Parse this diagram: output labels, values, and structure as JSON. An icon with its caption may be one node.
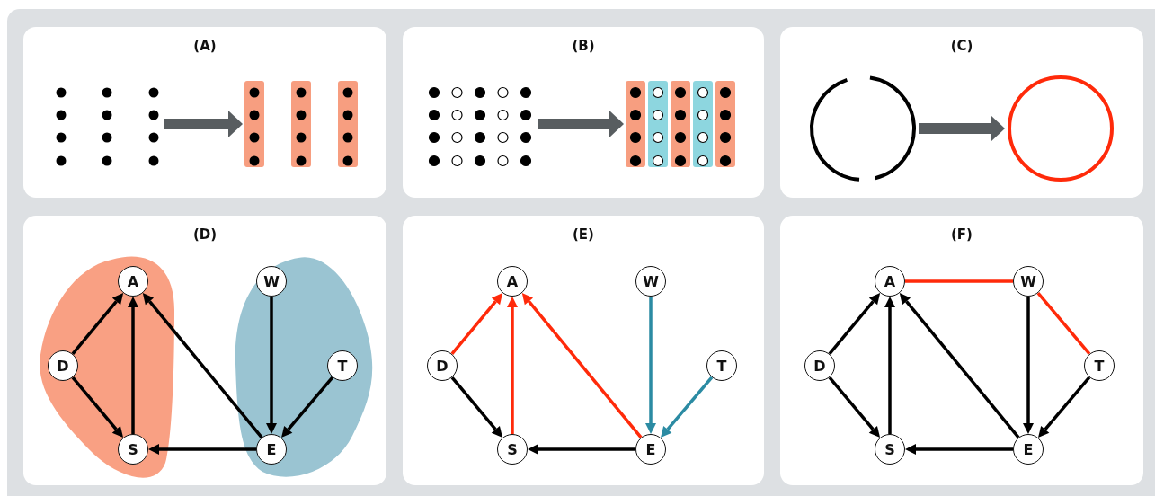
{
  "diagram": {
    "nodes": [
      {
        "text": [
          "(A)"
        ]
      },
      {
        "text": [],
        "shape": "picture",
        "in": 0
      },
      {
        "text": [],
        "shape": "picture",
        "in": 0
      },
      {
        "text": [
          "(B)"
        ]
      },
      {
        "text": [],
        "shape": "picture",
        "in": 3
      },
      {
        "text": [],
        "shape": "picture",
        "in": 3
      },
      {
        "text": [
          "(C)"
        ]
      },
      {
        "text": [],
        "shape": "picture",
        "in": 6
      },
      {
        "text": [],
        "shape": "circle",
        "in": 6
      },
      {
        "text": [
          "(D)"
        ]
      },
      {
        "text": [],
        "shape": "cloud",
        "in": 9
      },
      {
        "text": [],
        "shape": "cloud",
        "in": 9
      },
      {
        "text": [
          "A"
        ],
        "in": 10
      },
      {
        "text": [
          "W"
        ],
        "in": 11
      },
      {
        "text": [
          "D"
        ],
        "in": 10
      },
      {
        "text": [
          "T"
        ],
        "in": 11
      },
      {
        "text": [
          "S"
        ],
        "in": 10
      },
      {
        "text": [
          "E"
        ],
        "in": 11
      },
      {
        "text": [
          "(E)"
        ]
      },
      {
        "text": [
          "A"
        ],
        "in": 18
      },
      {
        "text": [
          "W"
        ],
        "in": 18
      },
      {
        "text": [
          "D"
        ],
        "in": 18
      },
      {
        "text": [
          "T"
        ],
        "in": 18
      },
      {
        "text": [
          "S"
        ],
        "in": 18
      },
      {
        "text": [
          "E"
        ],
        "in": 18
      },
      {
        "text": [
          "(F)"
        ]
      },
      {
        "text": [
          "A"
        ],
        "in": 25
      },
      {
        "text": [
          "W"
        ],
        "in": 25
      },
      {
        "text": [
          "D"
        ],
        "in": 25
      },
      {
        "text": [
          "T"
        ],
        "in": 25
      },
      {
        "text": [
          "S"
        ],
        "in": 25
      },
      {
        "text": [
          "E"
        ],
        "in": 25
      }
    ],
    "edges": [
      {
        "from": 1,
        "to": 2,
        "arrow": "to",
        "style": "thick",
        "color": "#585d60"
      },
      {
        "from": 4,
        "to": 5,
        "arrow": "to",
        "style": "thick",
        "color": "#585d60"
      },
      {
        "from": 7,
        "to": 8,
        "arrow": "to",
        "style": "thick",
        "color": "#585d60"
      },
      {
        "from": 14,
        "to": 12,
        "arrow": "to"
      },
      {
        "from": 14,
        "to": 16,
        "arrow": "to"
      },
      {
        "from": 16,
        "to": 12,
        "arrow": "to"
      },
      {
        "from": 17,
        "to": 12,
        "arrow": "to"
      },
      {
        "from": 17,
        "to": 16,
        "arrow": "to"
      },
      {
        "from": 13,
        "to": 17,
        "arrow": "to"
      },
      {
        "from": 15,
        "to": 17,
        "arrow": "to"
      },
      {
        "from": 21,
        "to": 19,
        "arrow": "to",
        "color": "#ff2a0a"
      },
      {
        "from": 21,
        "to": 23,
        "arrow": "to"
      },
      {
        "from": 23,
        "to": 19,
        "arrow": "to",
        "color": "#ff2a0a"
      },
      {
        "from": 24,
        "to": 19,
        "arrow": "to",
        "color": "#ff2a0a"
      },
      {
        "from": 24,
        "to": 23,
        "arrow": "to"
      },
      {
        "from": 20,
        "to": 24,
        "arrow": "to",
        "color": "#2b8ba3"
      },
      {
        "from": 22,
        "to": 24,
        "arrow": "to",
        "color": "#2b8ba3"
      },
      {
        "from": 26,
        "to": 27,
        "arrow": "none",
        "color": "#ff2a0a"
      },
      {
        "from": 27,
        "to": 29,
        "arrow": "none",
        "color": "#ff2a0a"
      },
      {
        "from": 28,
        "to": 26,
        "arrow": "to"
      },
      {
        "from": 28,
        "to": 30,
        "arrow": "to"
      },
      {
        "from": 30,
        "to": 26,
        "arrow": "to"
      },
      {
        "from": 31,
        "to": 26,
        "arrow": "to"
      },
      {
        "from": 31,
        "to": 30,
        "arrow": "to"
      },
      {
        "from": 27,
        "to": 31,
        "arrow": "to"
      },
      {
        "from": 29,
        "to": 31,
        "arrow": "to"
      }
    ]
  }
}
